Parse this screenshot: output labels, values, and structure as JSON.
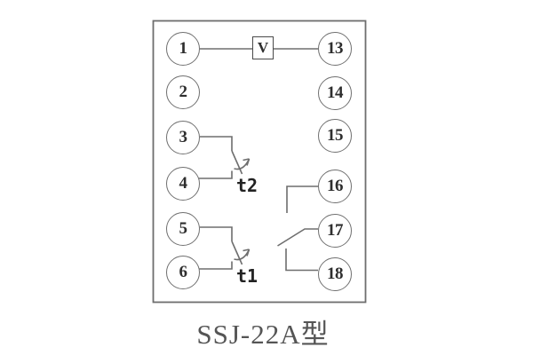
{
  "title": "SSJ-22A型",
  "diagram": {
    "meter_label": "V",
    "contact_labels": {
      "t2": "t2",
      "t1": "t1"
    },
    "terminals": {
      "left": [
        {
          "label": "1"
        },
        {
          "label": "2"
        },
        {
          "label": "3"
        },
        {
          "label": "4"
        },
        {
          "label": "5"
        },
        {
          "label": "6"
        }
      ],
      "right": [
        {
          "label": "13"
        },
        {
          "label": "14"
        },
        {
          "label": "15"
        },
        {
          "label": "16"
        },
        {
          "label": "17"
        },
        {
          "label": "18"
        }
      ]
    }
  },
  "colors": {
    "line": "#6e6e6e",
    "circle": "#707070",
    "digit": "#2e2e2e",
    "label": "#222222",
    "title": "#555555",
    "background": "#ffffff"
  }
}
